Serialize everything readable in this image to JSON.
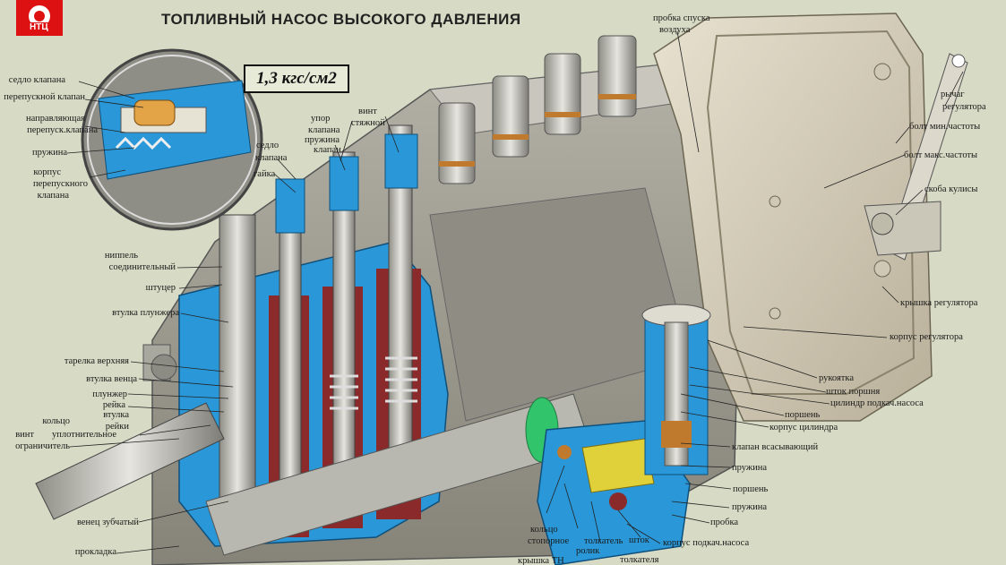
{
  "title": "ТОПЛИВНЫЙ НАСОС ВЫСОКОГО ДАВЛЕНИЯ",
  "pressure": "1,3 кгс/см2",
  "logo_text": "НТЦ",
  "labels": {
    "sedlo_klapana": "седло клапана",
    "perepusk_klapan": "перепускной клапан",
    "napravl_1": "направляющая",
    "napravl_2": "перепуск.клапана",
    "pruzhina_1": "пружина",
    "korpus_pk_1": "корпус",
    "korpus_pk_2": "перепускного",
    "korpus_pk_3": "клапана",
    "nippel_1": "ниппель",
    "nippel_2": "соединительный",
    "shtucer": "штуцер",
    "vtulka_plunzhera": "втулка плунжера",
    "tarelka": "тарелка верхняя",
    "vtulka_venca": "втулка венца",
    "plunzher": "плунжер",
    "reika_1": "рейка",
    "vtulka_1": "втулка",
    "reiki_1": "рейки",
    "kolco_1": "кольцо",
    "kolco_2": "уплотнительное",
    "vint_1": "винт",
    "vint_2": "ограничитель",
    "venec": "венец зубчатый",
    "prokladka": "прокладка",
    "sedlo_2a": "седло",
    "sedlo_2b": "клапана",
    "gaika": "гайка",
    "upor_1": "упор",
    "upor_2": "клапана",
    "pruzhina_2a": "пружина",
    "pruzhina_2b": "клапан",
    "vint_styazh_1": "винт",
    "vint_styazh_2": "стяжной",
    "probka_1": "пробка спуска",
    "probka_2": "воздуха",
    "rychag_1": "рычаг",
    "rychag_2": "регулятора",
    "bolt_min": "болт мин.частоты",
    "bolt_max": "болт макс.частоты",
    "skoba": "скоба кулисы",
    "kryshka_reg": "крышка регулятора",
    "korpus_reg": "корпус регулятора",
    "rukoyatka": "рукоятка",
    "shtok_porshnya": "шток поршня",
    "cilindr_pn": "цилиндр подкач.насоса",
    "porshen_1": "поршень",
    "korpus_cil": "корпус цилиндра",
    "klapan_vs": "клапан всасывающий",
    "pruzhina_3": "пружина",
    "porshen_2": "поршень",
    "pruzhina_4": "пружина",
    "probka_2b": "пробка",
    "korpus_pn": "корпус подкач.насоса",
    "shtok_t_1": "шток",
    "shtok_t_2": "толкателя",
    "tolkatel": "толкатель",
    "rolik": "ролик",
    "kolco_st_1": "кольцо",
    "kolco_st_2": "стопорное",
    "kryshka_tn": "крышка ТН"
  }
}
